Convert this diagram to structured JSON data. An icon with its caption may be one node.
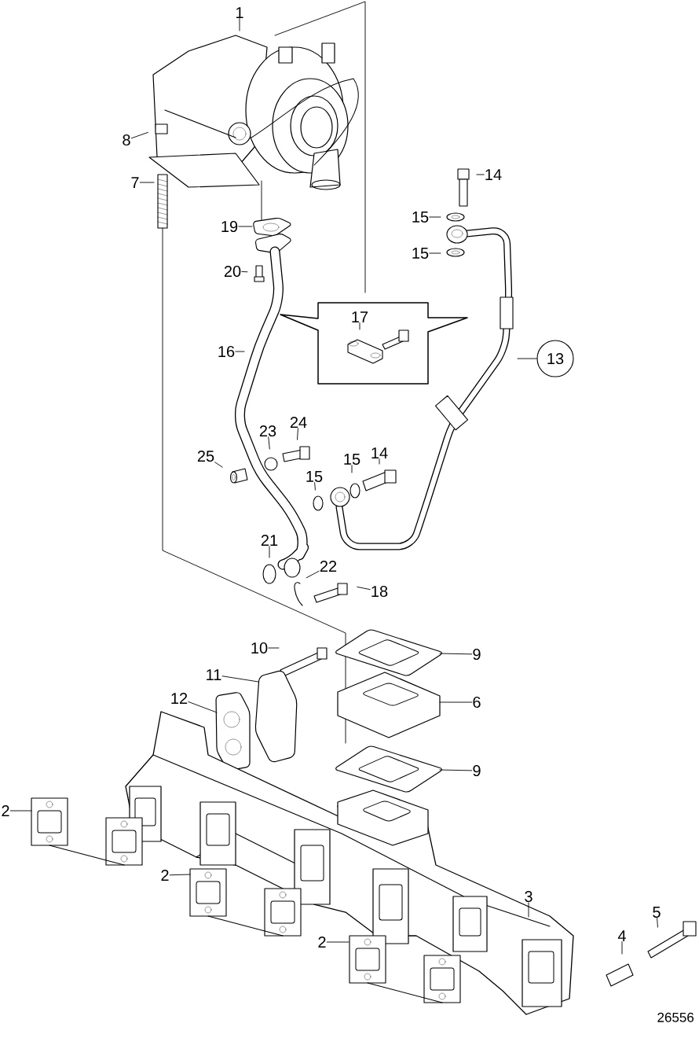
{
  "diagram": {
    "nodes": [
      {
        "text": [
          "1"
        ]
      },
      {
        "text": [
          "8"
        ]
      },
      {
        "text": [
          "7"
        ]
      },
      {
        "text": [
          "14"
        ]
      },
      {
        "text": [
          "15"
        ]
      },
      {
        "text": [
          "15"
        ]
      },
      {
        "text": [
          "19"
        ]
      },
      {
        "text": [
          "20"
        ]
      },
      {
        "text": [],
        "shape": "box"
      },
      {
        "text": [
          "17"
        ],
        "in": 8
      },
      {
        "text": [
          "16"
        ]
      },
      {
        "text": [
          "13"
        ]
      },
      {
        "text": [
          "24"
        ]
      },
      {
        "text": [
          "23"
        ]
      },
      {
        "text": [
          "25"
        ]
      },
      {
        "text": [
          "14"
        ]
      },
      {
        "text": [
          "15"
        ]
      },
      {
        "text": [
          "15"
        ]
      },
      {
        "text": [
          "21"
        ]
      },
      {
        "text": [
          "22"
        ]
      },
      {
        "text": [
          "18"
        ]
      },
      {
        "text": [
          "10"
        ]
      },
      {
        "text": [
          "9"
        ]
      },
      {
        "text": [
          "11"
        ]
      },
      {
        "text": [
          "12"
        ]
      },
      {
        "text": [
          "6"
        ]
      },
      {
        "text": [
          "9"
        ]
      },
      {
        "text": [
          "2"
        ]
      },
      {
        "text": [
          "2"
        ]
      },
      {
        "text": [
          "2"
        ]
      },
      {
        "text": [
          "3"
        ]
      },
      {
        "text": [
          "4"
        ]
      },
      {
        "text": [
          "5"
        ]
      }
    ],
    "edges": [
      {
        "from": 0,
        "to": null,
        "arrow": "none"
      },
      {
        "from": 1,
        "to": null,
        "arrow": "none"
      },
      {
        "from": 2,
        "to": null,
        "arrow": "none"
      },
      {
        "from": 3,
        "to": null,
        "arrow": "none"
      },
      {
        "from": 4,
        "to": null,
        "arrow": "none"
      },
      {
        "from": 5,
        "to": null,
        "arrow": "none"
      },
      {
        "from": 6,
        "to": null,
        "arrow": "none"
      },
      {
        "from": 7,
        "to": null,
        "arrow": "none"
      },
      {
        "from": 9,
        "to": null,
        "arrow": "none"
      },
      {
        "from": 10,
        "to": null,
        "arrow": "none"
      },
      {
        "from": 11,
        "to": null,
        "arrow": "none"
      },
      {
        "from": 12,
        "to": null,
        "arrow": "none"
      },
      {
        "from": 13,
        "to": null,
        "arrow": "none"
      },
      {
        "from": 14,
        "to": null,
        "arrow": "none"
      },
      {
        "from": 15,
        "to": null,
        "arrow": "none"
      },
      {
        "from": 16,
        "to": null,
        "arrow": "none"
      },
      {
        "from": 17,
        "to": null,
        "arrow": "none"
      },
      {
        "from": 18,
        "to": null,
        "arrow": "none"
      },
      {
        "from": 19,
        "to": null,
        "arrow": "none"
      },
      {
        "from": 20,
        "to": null,
        "arrow": "none"
      },
      {
        "from": 21,
        "to": null,
        "arrow": "none"
      },
      {
        "from": 22,
        "to": null,
        "arrow": "none"
      },
      {
        "from": 23,
        "to": null,
        "arrow": "none"
      },
      {
        "from": 24,
        "to": null,
        "arrow": "none"
      },
      {
        "from": 25,
        "to": null,
        "arrow": "none"
      },
      {
        "from": 26,
        "to": null,
        "arrow": "none"
      },
      {
        "from": 27,
        "to": null,
        "arrow": "none"
      },
      {
        "from": 28,
        "to": null,
        "arrow": "none"
      },
      {
        "from": 29,
        "to": null,
        "arrow": "none"
      },
      {
        "from": 30,
        "to": null,
        "arrow": "none"
      },
      {
        "from": 31,
        "to": null,
        "arrow": "none"
      },
      {
        "from": 32,
        "to": null,
        "arrow": "none"
      }
    ],
    "labels": [
      "26556"
    ]
  }
}
